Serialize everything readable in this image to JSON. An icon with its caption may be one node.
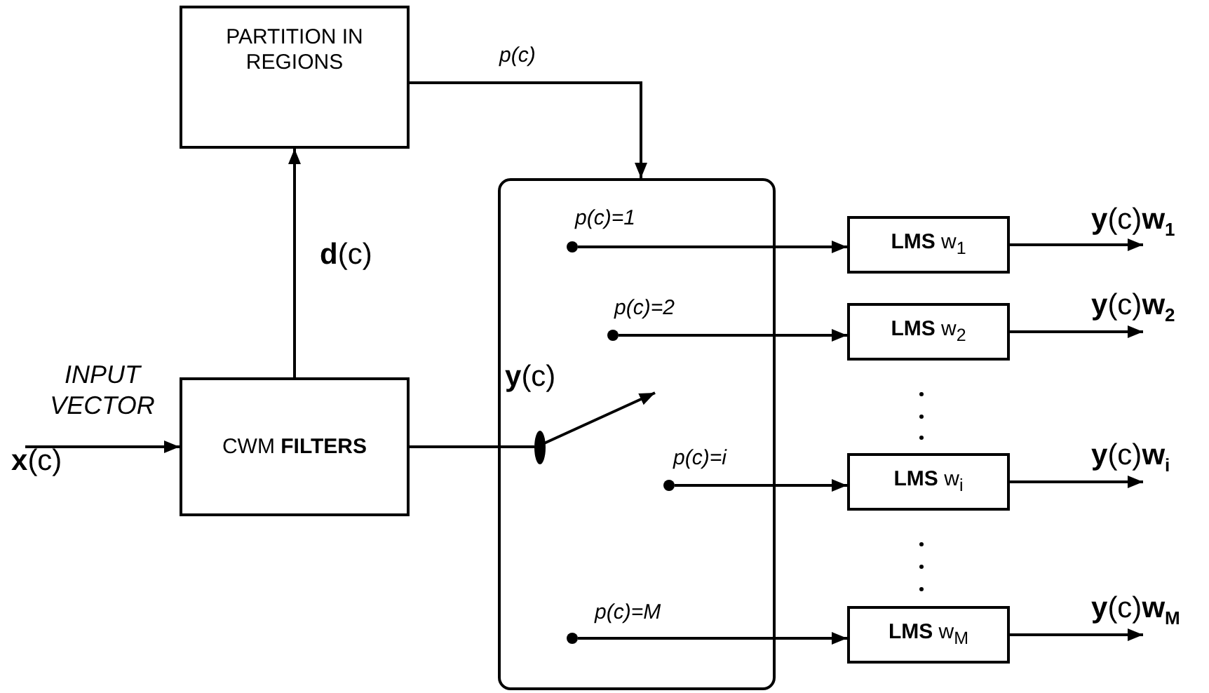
{
  "diagram": {
    "nodes": [
      {
        "text": [
          "PARTITION IN REGIONS"
        ]
      },
      {
        "text": [
          "CWM **FILTERS**"
        ]
      },
      {
        "text": [],
        "shape": "box"
      },
      {
        "text": [],
        "shape": "circle",
        "in": 2,
        "beside": [
          "p(c)=1"
        ]
      },
      {
        "text": [],
        "shape": "circle",
        "in": 2,
        "beside": [
          "p(c)=2"
        ]
      },
      {
        "text": [],
        "shape": "circle",
        "in": 2,
        "beside": [
          "p(c)=i"
        ]
      },
      {
        "text": [],
        "shape": "circle",
        "in": 2,
        "beside": [
          "p(c)=M"
        ]
      },
      {
        "text": [],
        "shape": "circle",
        "in": 2
      },
      {
        "text": [
          "**LMS** w$_{1}$"
        ]
      },
      {
        "text": [
          "**LMS** w$_{2}$"
        ]
      },
      {
        "text": [
          "**LMS** w$_{i}$"
        ]
      },
      {
        "text": [
          "**LMS** w$_{M}$"
        ]
      }
    ],
    "edges": [
      {
        "from": null,
        "to": 1,
        "arrow": "to",
        "label": "**x**(c)"
      },
      {
        "from": 1,
        "to": 0,
        "arrow": "to",
        "label": "**d**(c)"
      },
      {
        "from": 0,
        "to": 2,
        "arrow": "to",
        "label": "p(c)"
      },
      {
        "from": 1,
        "to": 7,
        "arrow": "none",
        "label": "**y**(c)"
      },
      {
        "from": 7,
        "to": null,
        "arrow": "to"
      },
      {
        "from": 3,
        "to": 8,
        "arrow": "to"
      },
      {
        "from": 4,
        "to": 9,
        "arrow": "to"
      },
      {
        "from": 5,
        "to": 10,
        "arrow": "to"
      },
      {
        "from": 6,
        "to": 11,
        "arrow": "to"
      },
      {
        "from": 8,
        "to": null,
        "arrow": "to",
        "label": "**y**(c)**w**$_{1}$"
      },
      {
        "from": 9,
        "to": null,
        "arrow": "to",
        "label": "**y**(c)**w**$_{2}$"
      },
      {
        "from": 10,
        "to": null,
        "arrow": "to",
        "label": "**y**(c)**w**$_{i}$"
      },
      {
        "from": 11,
        "to": null,
        "arrow": "to",
        "label": "**y**(c)**w**$_{M}$"
      }
    ],
    "labels": [
      "INPUT VECTOR"
    ]
  }
}
